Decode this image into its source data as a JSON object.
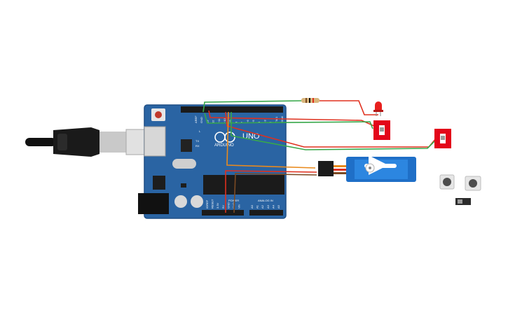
{
  "board": {
    "name": "UNO",
    "brand": "ARDUINO",
    "section_power": "POWER",
    "section_analog": "ANALOG IN",
    "led_l": "L",
    "led_tx": "TX",
    "led_rx": "RX",
    "digital_pins": [
      "AREF",
      "GND",
      "13",
      "12",
      "~11",
      "~10",
      "~9",
      "8",
      "7",
      "~6",
      "~5",
      "4",
      "~3",
      "2",
      "TX▸1",
      "RX◂0"
    ],
    "power_pins": [
      "IOREF",
      "RESET",
      "3.3V",
      "5V",
      "GND",
      "GND",
      "Vin"
    ],
    "analog_pins": [
      "A0",
      "A1",
      "A2",
      "A3",
      "A4",
      "A5"
    ]
  },
  "colors": {
    "board": "#2a64a3",
    "board_edge": "#1f4f86",
    "wire_red": "#e0301e",
    "wire_green": "#37a84a",
    "wire_orange": "#e98a1d",
    "wire_brown": "#7b4a23",
    "slide_switch": "#e3061a",
    "servo": "#1f6fc7",
    "led": "#e8201e"
  },
  "icons": [
    "usb-plug-icon",
    "reset-button-icon",
    "servo-motor-icon",
    "led-icon",
    "resistor-icon",
    "pushbutton-icon",
    "slide-switch-icon"
  ]
}
